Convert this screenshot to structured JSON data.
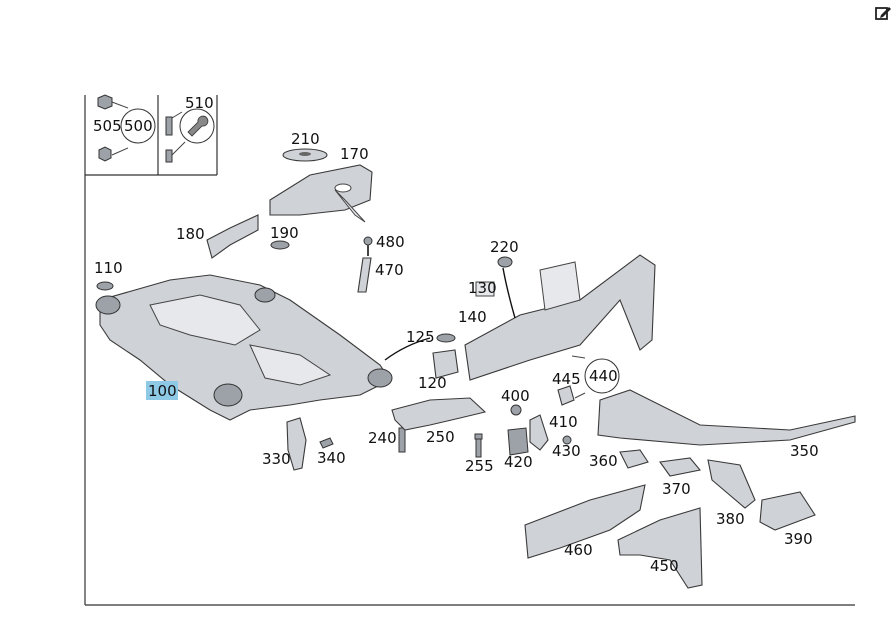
{
  "toolbar": {
    "edit_icon": "edit-square-icon"
  },
  "callouts": {
    "c100": "100",
    "c110": "110",
    "c120": "120",
    "c125": "125",
    "c130": "130",
    "c140": "140",
    "c170": "170",
    "c180": "180",
    "c190": "190",
    "c210": "210",
    "c220": "220",
    "c240": "240",
    "c250": "250",
    "c255": "255",
    "c330": "330",
    "c340": "340",
    "c350": "350",
    "c360": "360",
    "c370": "370",
    "c380": "380",
    "c390": "390",
    "c400": "400",
    "c410": "410",
    "c420": "420",
    "c430": "430",
    "c440": "440",
    "c445": "445",
    "c450": "450",
    "c460": "460",
    "c470": "470",
    "c480": "480",
    "c500": "500",
    "c505": "505",
    "c510": "510"
  },
  "highlight": {
    "selected_callout": "100",
    "color": "#8ecae6"
  }
}
